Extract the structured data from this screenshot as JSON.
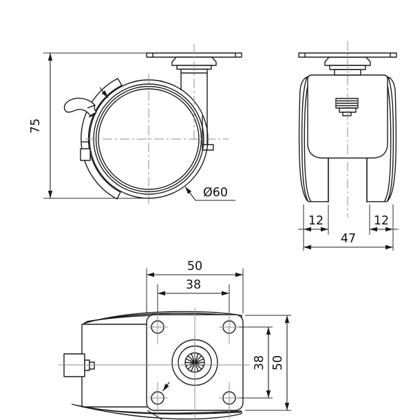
{
  "drawing": {
    "title": "caster-wheel-technical-drawing",
    "subject": "twin-wheel swivel caster with brake lever, three orthographic views with dimensions",
    "colors": {
      "line": "#1a1a1a",
      "dimension": "#2a2a2a",
      "centerline": "#8c8c8c",
      "background": "#ffffff"
    },
    "views": {
      "side": {
        "name": "side view",
        "overall_height": "75",
        "wheel_diameter": "Ø60"
      },
      "front": {
        "name": "front view",
        "wheel_width_left": "12",
        "wheel_width_right": "12",
        "overall_width": "47"
      },
      "plan": {
        "name": "bottom plan view",
        "plate_width": "50",
        "hole_spacing_horizontal": "38",
        "hole_spacing_vertical": "38",
        "plate_depth": "50"
      }
    }
  }
}
